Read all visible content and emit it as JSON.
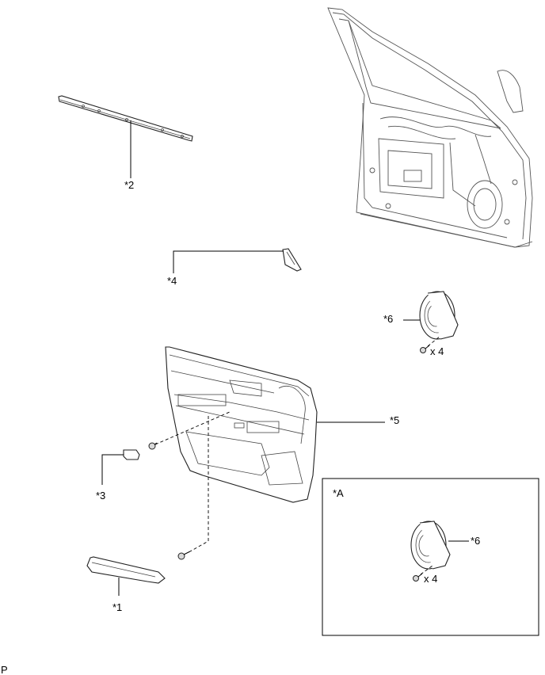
{
  "labels": {
    "part1": "*1",
    "part2": "*2",
    "part3": "*3",
    "part4": "*4",
    "part5": "*5",
    "part6_main": "*6",
    "part6_inset": "*6",
    "inset_title": "*A",
    "qty_main": "x 4",
    "qty_inset": "x 4",
    "corner_mark": "P"
  },
  "parts": [
    {
      "id": "part1",
      "name": "armrest-base"
    },
    {
      "id": "part2",
      "name": "belt-moulding"
    },
    {
      "id": "part3",
      "name": "inside-handle-bezel"
    },
    {
      "id": "part4",
      "name": "corner-cover"
    },
    {
      "id": "part5",
      "name": "door-trim-board"
    },
    {
      "id": "part6",
      "name": "speaker"
    }
  ],
  "colors": {
    "line": "#000000",
    "fill": "#ffffff",
    "shade": "#d9d9d9"
  }
}
